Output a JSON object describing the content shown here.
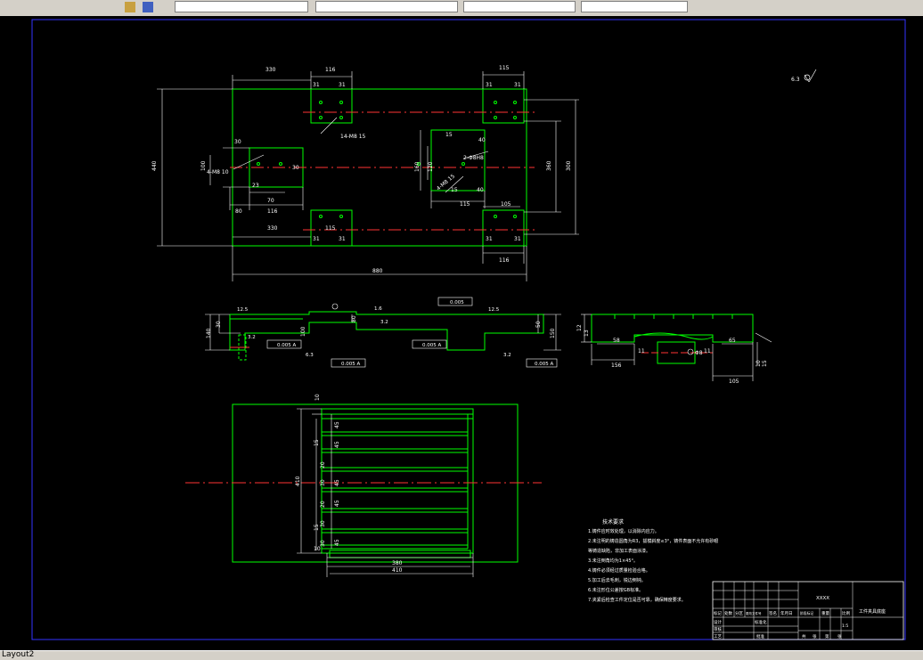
{
  "colors": {
    "outline": "#00ff00",
    "center": "#ff3333",
    "dims": "#ffffff",
    "border": "#3333ff",
    "bg": "#000000"
  },
  "status": {
    "layout_tab": "Layout2"
  },
  "plan": {
    "top": {
      "d1": "330",
      "d2": "116",
      "d3": "115",
      "s1": "31",
      "s2": "31",
      "s3": "31",
      "s4": "31"
    },
    "left_height": "440",
    "right_heights": {
      "h1": "360",
      "h2": "300"
    },
    "holes": {
      "main": "14-M8 15",
      "left": "4-M8 10",
      "right1": "2-Φ8H8",
      "right2": "4-M8 15"
    },
    "left_block": {
      "h": "100",
      "s1": "30",
      "s2": "23",
      "w1": "70",
      "w2": "116",
      "offset": "80",
      "s3": "30"
    },
    "right_block": {
      "a": "15",
      "b": "40",
      "c": "15",
      "d": "40",
      "h": "160",
      "h2": "120",
      "w1": "115",
      "w2": "105",
      "s": "15"
    },
    "bottom": {
      "d1": "330",
      "d2": "115",
      "s1": "31",
      "s2": "31",
      "s3": "31",
      "s4": "31",
      "d3": "116"
    },
    "total": "880",
    "roughness": "6.3"
  },
  "front": {
    "h1": "140",
    "h2": "80",
    "h3": "100",
    "h4": "50",
    "h5": "150",
    "r1": "30",
    "gdt": [
      "0.005",
      "0.005 A",
      "0.005 A",
      "0.005 A",
      "0.005 A"
    ],
    "rough": [
      "12.5",
      "3.2",
      "1.6",
      "6.3",
      "3.2",
      "3.2",
      "12.5"
    ]
  },
  "side": {
    "h1": "12",
    "h2": "13",
    "w1": "58",
    "w2": "156",
    "w3": "11",
    "w4": "11",
    "w5": "65",
    "w6": "105",
    "h3": "10",
    "h4": "15",
    "dia": "Φ8"
  },
  "top_view": {
    "height": "410",
    "top_gap": "10",
    "bottom_gap": "10",
    "pitch_labels": [
      "45",
      "45",
      "45",
      "45",
      "45"
    ],
    "spacer_labels": [
      "15",
      "20",
      "20",
      "15"
    ],
    "pitch_short": [
      "30",
      "30",
      "30"
    ],
    "w_inner": "380",
    "w_outer": "410"
  },
  "notes": {
    "title": "技术要求",
    "lines": [
      "1.铸件应时效处理，以消除内应力。",
      "2.未注明的铸造圆角为R3，拔模斜度≤3°，铸件表面不允许有砂眼",
      "等铸造缺陷，非加工表面涂漆。",
      "3.未注倒角均为1×45°。",
      "4.铸件必须经过质量检验合格。",
      "5.加工后去毛刺，锐边倒钝。",
      "6.未注形位公差按GB标准。",
      "7.夹紧后检查工件定位是否可靠，确保精度要求。"
    ]
  },
  "title_block": {
    "code": "XXXX",
    "drawing_name": "工件夹具底座",
    "headers": [
      "标记",
      "处数",
      "分区",
      "更改文件号",
      "签名",
      "年月日"
    ],
    "rows": [
      "设计",
      "审核",
      "工艺"
    ],
    "labels": [
      "标准化",
      "阶段标记",
      "重量",
      "比例"
    ],
    "scale": "1:5",
    "sheet": [
      "共",
      "张",
      "第",
      "张"
    ],
    "approve": "批准"
  }
}
